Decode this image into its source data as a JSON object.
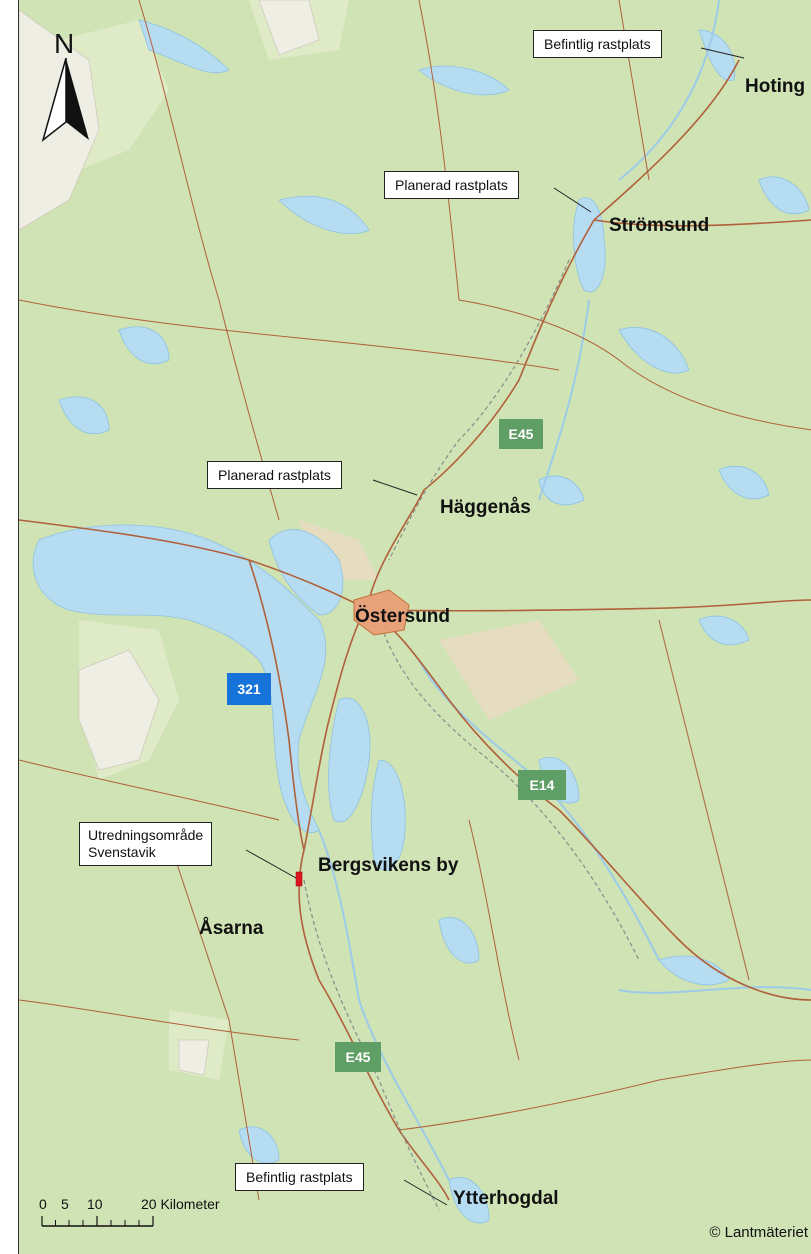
{
  "map": {
    "north_label": "N",
    "places": {
      "hoting": "Hoting",
      "stromsund": "Strömsund",
      "haggenas": "Häggenås",
      "ostersund": "Östersund",
      "bergsvikens": "Bergsvikens by",
      "asarna": "Åsarna",
      "ytterhogdal": "Ytterhogdal"
    },
    "callouts": {
      "befintlig_top": "Befintlig rastplats",
      "planerad_stromsund": "Planerad rastplats",
      "planerad_haggenas": "Planerad rastplats",
      "utredning_line1": "Utredningsområde",
      "utredning_line2": "Svenstavik",
      "befintlig_bottom": "Befintlig rastplats"
    },
    "shields": {
      "e45_north": "E45",
      "e45_south": "E45",
      "e14": "E14",
      "r321": "321"
    },
    "scale": {
      "ticks": [
        "0",
        "5",
        "10",
        "20 Kilometer"
      ]
    },
    "copyright": "© Lantmäteriet",
    "colors": {
      "land": "#cfe3b4",
      "forest_light": "#dbe9c5",
      "water": "#b6dcf2",
      "road": "#b0603a",
      "e_road_shield": "#5f9e64",
      "route_shield": "#1573d9",
      "study_area": "#e0141e"
    }
  }
}
